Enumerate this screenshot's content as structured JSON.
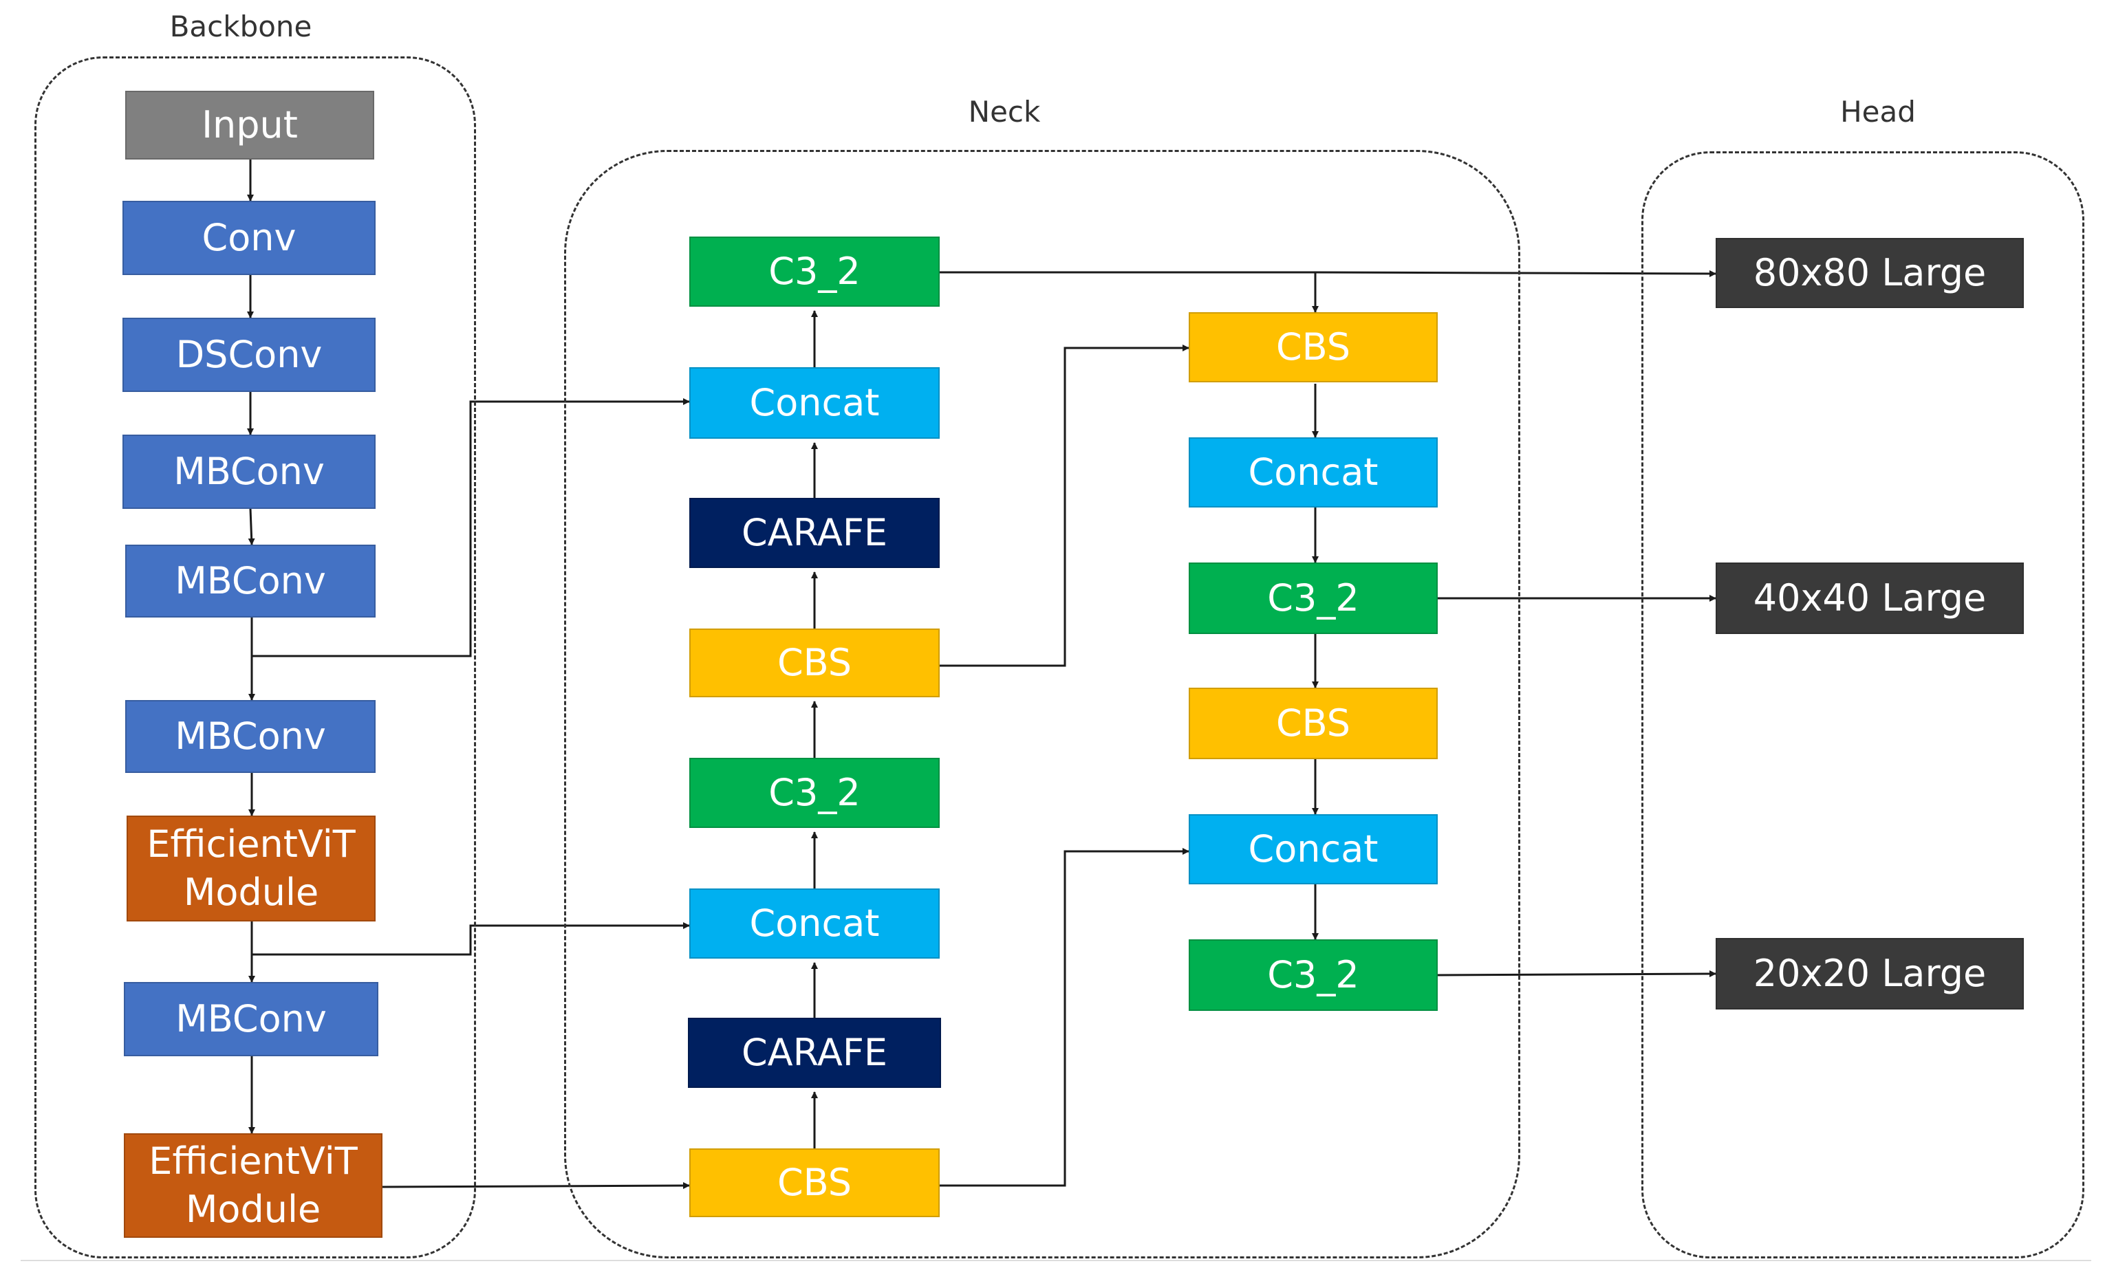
{
  "groups": {
    "backbone": "Backbone",
    "neck": "Neck",
    "head": "Head"
  },
  "colors": {
    "input": "#808080",
    "mbconv": "#4472C4",
    "efficientvit": "#C55A11",
    "c3": "#00B050",
    "concat": "#00B0F0",
    "carafe": "#002060",
    "cbs": "#FFC000",
    "head": "#3A3A3A",
    "line": "#1a1a1a"
  },
  "backbone": {
    "input": "Input",
    "conv": "Conv",
    "dsconv": "DSConv",
    "mbconv1": "MBConv",
    "mbconv2": "MBConv",
    "mbconv3": "MBConv",
    "vit1": "EfficientViT\nModule",
    "mbconv4": "MBConv",
    "vit2": "EfficientViT\nModule"
  },
  "neck_left": {
    "c3_top": "C3_2",
    "concat_top": "Concat",
    "carafe_top": "CARAFE",
    "cbs_mid": "CBS",
    "c3_mid": "C3_2",
    "concat_bottom": "Concat",
    "carafe_bottom": "CARAFE",
    "cbs_bottom": "CBS"
  },
  "neck_right": {
    "cbs_top": "CBS",
    "concat_top": "Concat",
    "c3_mid": "C3_2",
    "cbs_mid": "CBS",
    "concat_bottom": "Concat",
    "c3_bottom": "C3_2"
  },
  "head": {
    "out1": "80x80 Large",
    "out2": "40x40 Large",
    "out3": "20x20 Large"
  }
}
